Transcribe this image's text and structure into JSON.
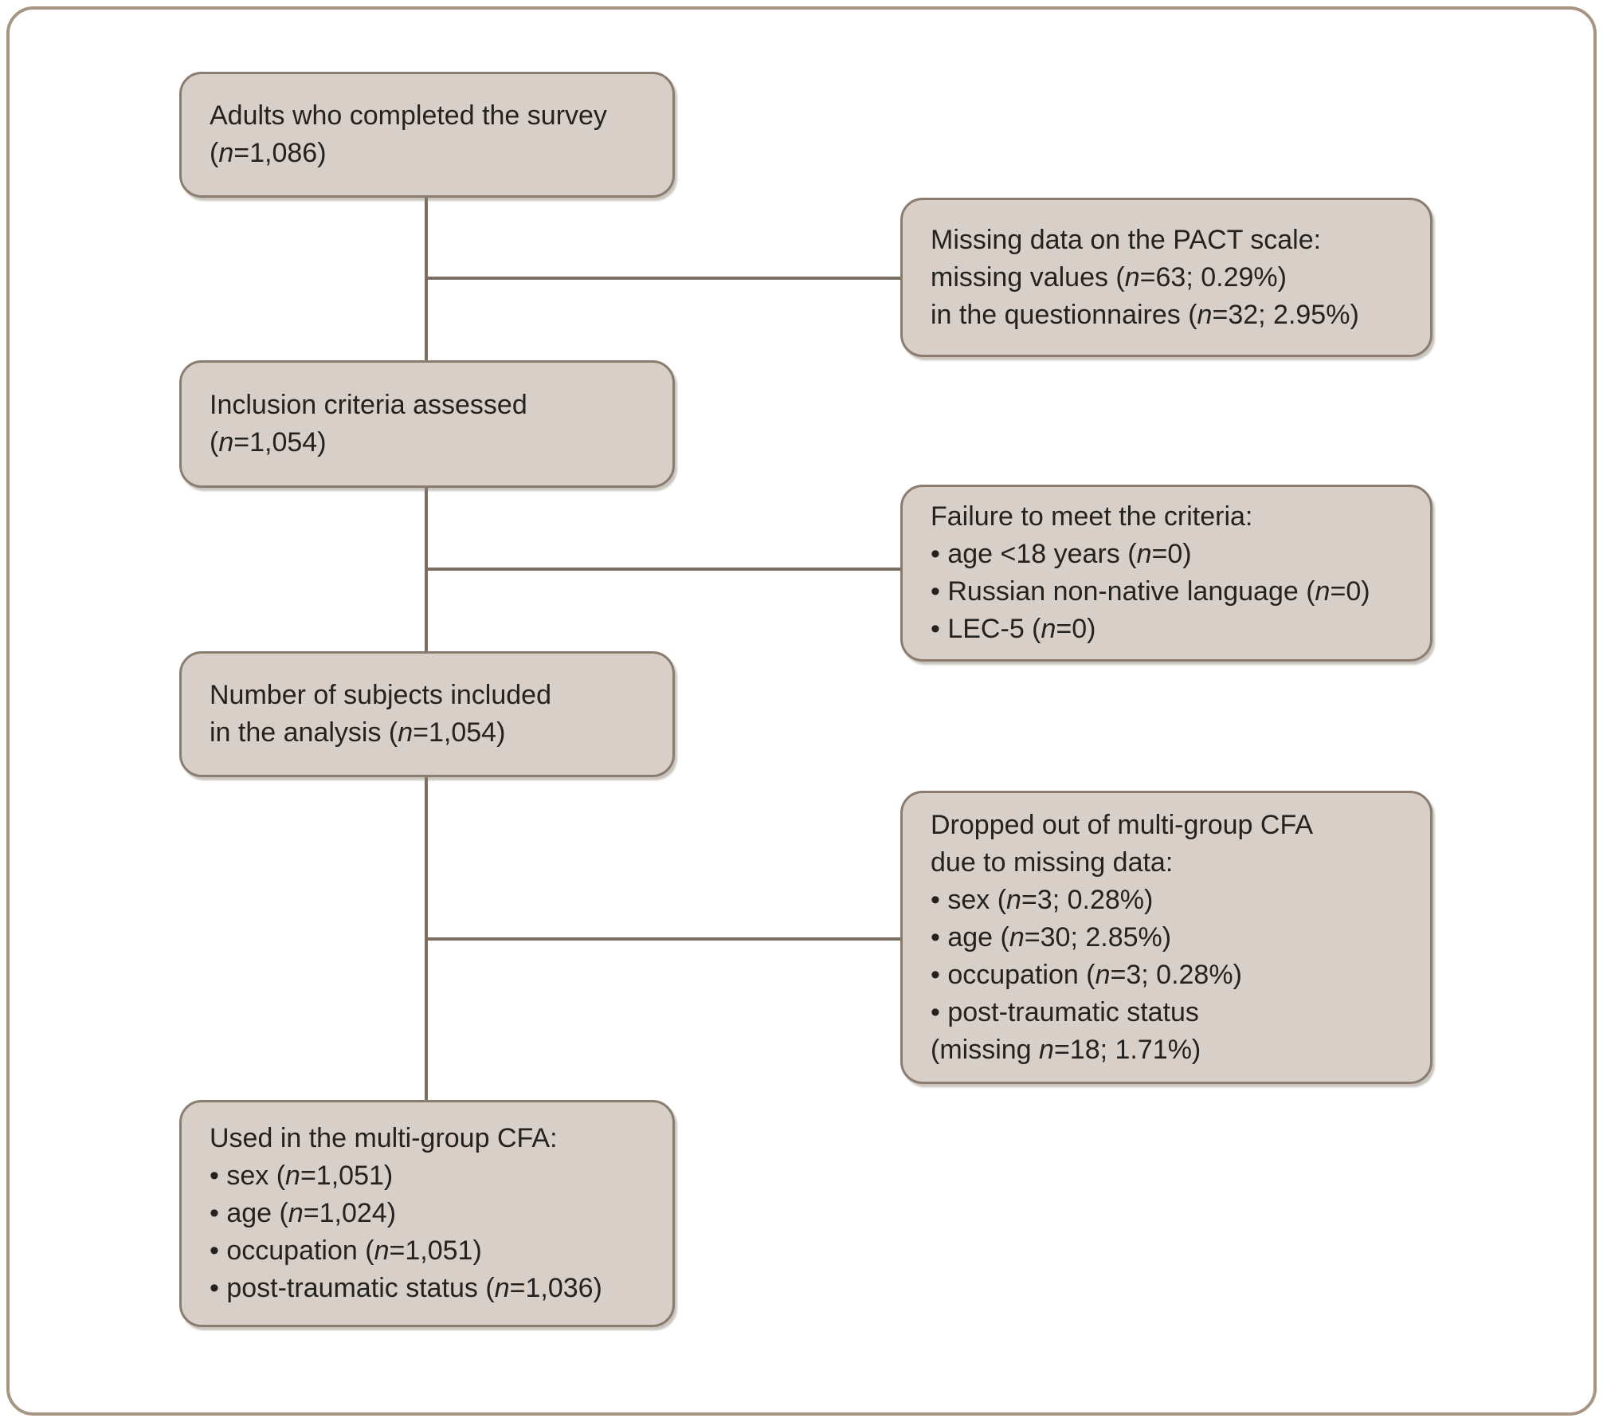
{
  "figure": {
    "type": "flowchart",
    "colors": {
      "box_fill": "#d8d0c8",
      "box_border": "#8a7c6f",
      "connector": "#7b6e62",
      "outer_frame": "#a79584",
      "text": "#242220",
      "background": "#ffffff"
    },
    "left_boxes": [
      {
        "id": "adults-completed-survey",
        "lines": [
          "Adults who completed the survey",
          "(n=1,086)"
        ]
      },
      {
        "id": "inclusion-criteria-assessed",
        "lines": [
          "Inclusion criteria assessed",
          "(n=1,054)"
        ]
      },
      {
        "id": "subjects-included-analysis",
        "lines": [
          "Number of subjects included",
          "in the analysis (n=1,054)"
        ]
      },
      {
        "id": "used-in-multigroup-cfa",
        "lines": [
          "Used in the multi-group CFA:",
          "• sex (n=1,051)",
          "• age (n=1,024)",
          "• occupation (n=1,051)",
          "• post-traumatic status (n=1,036)"
        ]
      }
    ],
    "right_boxes": [
      {
        "id": "missing-data-pact",
        "lines": [
          "Missing data on the PACT scale:",
          "missing values (n=63; 0.29%)",
          "in the questionnaires (n=32; 2.95%)"
        ]
      },
      {
        "id": "failure-to-meet-criteria",
        "lines": [
          "Failure to meet the criteria:",
          "• age <18 years (n=0)",
          "• Russian non-native language (n=0)",
          "• LEC-5 (n=0)"
        ]
      },
      {
        "id": "dropped-out-cfa",
        "lines": [
          "Dropped out of multi-group CFA",
          "due to missing data:",
          "• sex (n=3; 0.28%)",
          "• age (n=30; 2.85%)",
          "• occupation (n=3; 0.28%)",
          "• post-traumatic status",
          "(missing n=18; 1.71%)"
        ]
      }
    ]
  }
}
